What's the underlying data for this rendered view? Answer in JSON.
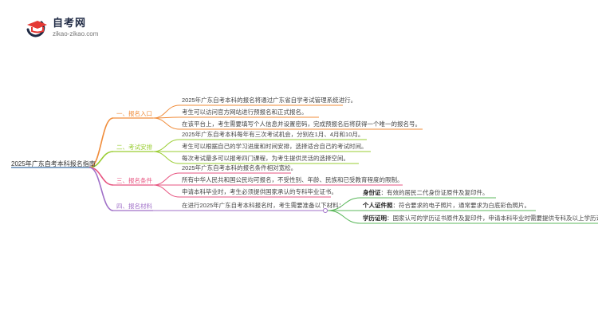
{
  "logo": {
    "title": "自考网",
    "url": "zikao-zikao.com",
    "icon": "graduation-cap-icon",
    "colors": {
      "dark": "#1f2a44",
      "accent": "#e53935"
    }
  },
  "root": {
    "label": "2025年广东自考本科报名指南"
  },
  "branches": [
    {
      "label": "一、报名入口",
      "color": "#f08c3a",
      "leaves": [
        "2025年广东自考本科的报名将通过广东省自学考试管理系统进行。",
        "考生可以访问官方网站进行预报名和正式报名。",
        "在该平台上，考生需要填写个人信息并设置密码，完成预报名后将获得一个唯一的报名号。"
      ]
    },
    {
      "label": "二、考试安排",
      "color": "#9acd32",
      "leaves": [
        "2025年广东自考本科每年有三次考试机会，分别在1月、4月和10月。",
        "考生可以根据自己的学习进度和时间安排，选择适合自己的考试时间。",
        "每次考试最多可以报考四门课程，为考生提供灵活的选择空间。"
      ]
    },
    {
      "label": "三、报名条件",
      "color": "#e75480",
      "leaves": [
        "2025年广东自考本科的报名条件相对宽松。",
        "所有中华人民共和国公民均可报名，不受性别、年龄、民族和已受教育程度的限制。",
        "申请本科毕业时，考生必须提供国家承认的专科毕业证书。"
      ]
    },
    {
      "label": "四、报名材料",
      "color": "#a070c8",
      "leaves": [
        "在进行2025年广东自考本科报名时，考生需要准备以下材料："
      ],
      "sub": {
        "color": "#5cb85c",
        "items": [
          {
            "key": "身份证",
            "text": "：有效的居民二代身份证原件及复印件。"
          },
          {
            "key": "个人证件照",
            "text": "：符合要求的电子照片，通常要求为白底彩色照片。"
          },
          {
            "key": "学历证明",
            "text": "：国家认可的学历证书原件及复印件，申请本科毕业时需要提供专科及以上学历证书。"
          }
        ]
      }
    }
  ]
}
